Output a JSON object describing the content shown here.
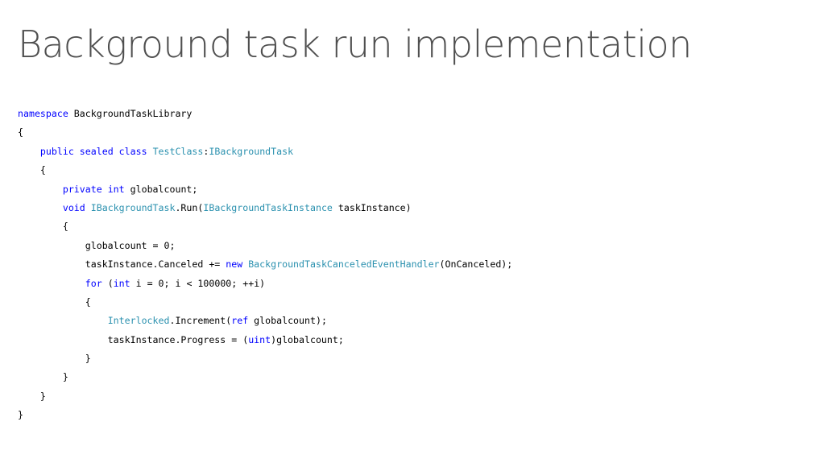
{
  "slide": {
    "title": "Background task run implementation"
  },
  "colors": {
    "keyword": "#0000ff",
    "type": "#2b91af",
    "text": "#000000",
    "title": "#4f4f4f"
  },
  "code": [
    [
      {
        "t": "kw",
        "v": "namespace"
      },
      {
        "t": "tx",
        "v": " BackgroundTaskLibrary"
      }
    ],
    [
      {
        "t": "tx",
        "v": "{"
      }
    ],
    [
      {
        "t": "tx",
        "v": "    "
      },
      {
        "t": "kw",
        "v": "public"
      },
      {
        "t": "tx",
        "v": " "
      },
      {
        "t": "kw",
        "v": "sealed"
      },
      {
        "t": "tx",
        "v": " "
      },
      {
        "t": "kw",
        "v": "class"
      },
      {
        "t": "tx",
        "v": " "
      },
      {
        "t": "ty",
        "v": "TestClass"
      },
      {
        "t": "tx",
        "v": ":"
      },
      {
        "t": "ty",
        "v": "IBackgroundTask"
      }
    ],
    [
      {
        "t": "tx",
        "v": "    {"
      }
    ],
    [
      {
        "t": "tx",
        "v": "        "
      },
      {
        "t": "kw",
        "v": "private"
      },
      {
        "t": "tx",
        "v": " "
      },
      {
        "t": "kw",
        "v": "int"
      },
      {
        "t": "tx",
        "v": " globalcount;"
      }
    ],
    [
      {
        "t": "tx",
        "v": "        "
      },
      {
        "t": "kw",
        "v": "void"
      },
      {
        "t": "tx",
        "v": " "
      },
      {
        "t": "ty",
        "v": "IBackgroundTask"
      },
      {
        "t": "tx",
        "v": ".Run("
      },
      {
        "t": "ty",
        "v": "IBackgroundTaskInstance"
      },
      {
        "t": "tx",
        "v": " taskInstance)"
      }
    ],
    [
      {
        "t": "tx",
        "v": "        {"
      }
    ],
    [
      {
        "t": "tx",
        "v": "            globalcount = 0;"
      }
    ],
    [
      {
        "t": "tx",
        "v": "            taskInstance.Canceled += "
      },
      {
        "t": "kw",
        "v": "new"
      },
      {
        "t": "tx",
        "v": " "
      },
      {
        "t": "ty",
        "v": "BackgroundTaskCanceledEventHandler"
      },
      {
        "t": "tx",
        "v": "(OnCanceled);"
      }
    ],
    [
      {
        "t": "tx",
        "v": "            "
      },
      {
        "t": "kw",
        "v": "for"
      },
      {
        "t": "tx",
        "v": " ("
      },
      {
        "t": "kw",
        "v": "int"
      },
      {
        "t": "tx",
        "v": " i = 0; i < 100000; ++i)"
      }
    ],
    [
      {
        "t": "tx",
        "v": "            {"
      }
    ],
    [
      {
        "t": "tx",
        "v": "                "
      },
      {
        "t": "ty",
        "v": "Interlocked"
      },
      {
        "t": "tx",
        "v": ".Increment("
      },
      {
        "t": "kw",
        "v": "ref"
      },
      {
        "t": "tx",
        "v": " globalcount);"
      }
    ],
    [
      {
        "t": "tx",
        "v": "                taskInstance.Progress = ("
      },
      {
        "t": "kw",
        "v": "uint"
      },
      {
        "t": "tx",
        "v": ")globalcount;"
      }
    ],
    [
      {
        "t": "tx",
        "v": "            }"
      }
    ],
    [
      {
        "t": "tx",
        "v": "        }"
      }
    ],
    [
      {
        "t": "tx",
        "v": "    }"
      }
    ],
    [
      {
        "t": "tx",
        "v": "}"
      }
    ]
  ]
}
